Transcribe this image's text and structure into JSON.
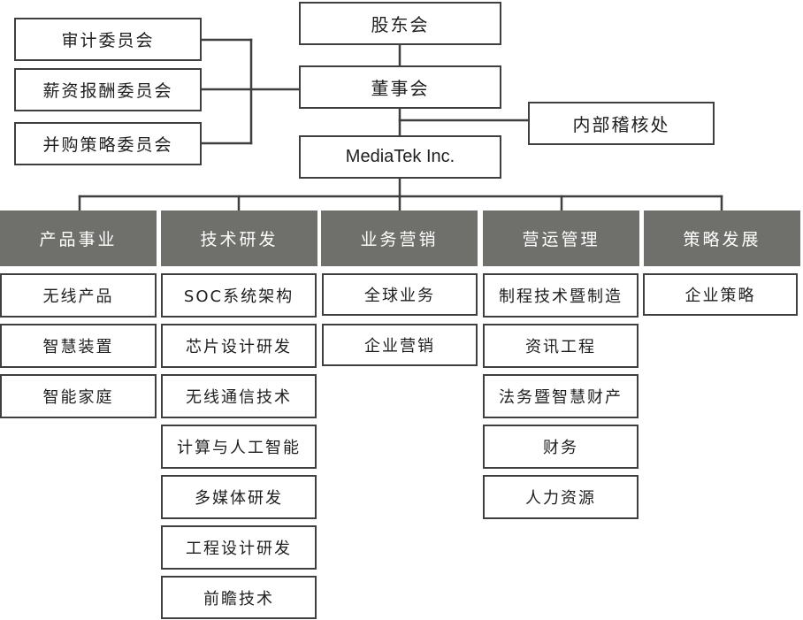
{
  "org": {
    "shareholders": "股东会",
    "board": "董事会",
    "audit_office": "内部稽核处",
    "company": "MediaTek Inc.",
    "committees": [
      "审计委员会",
      "薪资报酬委员会",
      "并购策略委员会"
    ]
  },
  "departments": [
    {
      "name": "产品事业",
      "units": [
        "无线产品",
        "智慧装置",
        "智能家庭"
      ]
    },
    {
      "name": "技术研发",
      "units": [
        "SOC系统架构",
        "芯片设计研发",
        "无线通信技术",
        "计算与人工智能",
        "多媒体研发",
        "工程设计研发",
        "前瞻技术"
      ]
    },
    {
      "name": "业务营销",
      "units": [
        "全球业务",
        "企业营销"
      ]
    },
    {
      "name": "营运管理",
      "units": [
        "制程技术暨制造",
        "资讯工程",
        "法务暨智慧财产",
        "财务",
        "人力资源"
      ]
    },
    {
      "name": "策略发展",
      "units": [
        "企业策略"
      ]
    }
  ],
  "colors": {
    "department_fill": "#6f6f6b",
    "line": "#3f3f3f",
    "text": "#1e1e1e"
  }
}
